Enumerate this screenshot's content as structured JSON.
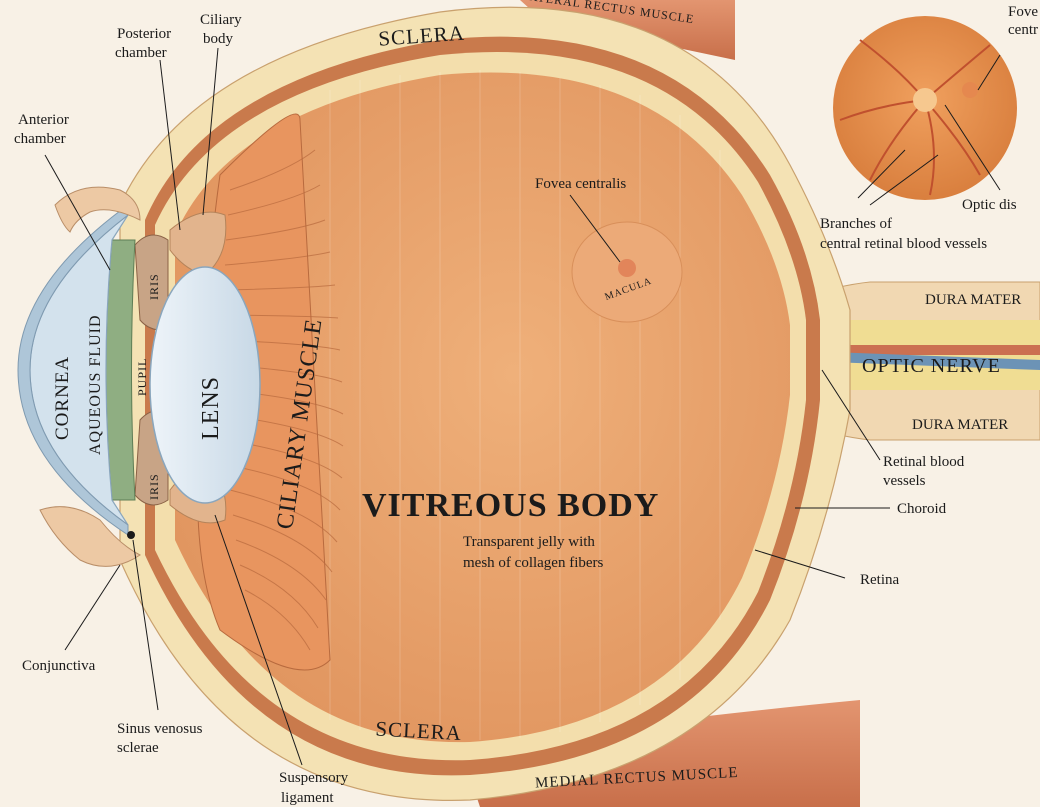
{
  "labels": {
    "sclera_top": "SCLERA",
    "sclera_bottom": "SCLERA",
    "lateral_rectus": "LATERAL RECTUS MUSCLE",
    "medial_rectus": "MEDIAL RECTUS MUSCLE",
    "fovea_top_1": "Fove",
    "fovea_top_2": "centr",
    "optic_disc": "Optic dis",
    "branches_1": "Branches of",
    "branches_2": "central retinal blood vessels",
    "posterior_1": "Posterior",
    "posterior_2": "chamber",
    "ciliary_body_1": "Ciliary",
    "ciliary_body_2": "body",
    "anterior_1": "Anterior",
    "anterior_2": "chamber",
    "fovea_centralis": "Fovea centralis",
    "macula": "MACULA",
    "dura_top": "DURA MATER",
    "dura_bottom": "DURA MATER",
    "optic_nerve": "OPTIC NERVE",
    "retinal_1": "Retinal blood",
    "retinal_2": "vessels",
    "choroid": "Choroid",
    "retina": "Retina",
    "cornea": "CORNEA",
    "aqueous": "AQUEOUS FLUID",
    "pupil": "PUPIL",
    "iris_top": "IRIS",
    "iris_bottom": "IRIS",
    "lens": "LENS",
    "ciliary_muscle": "CILIARY MUSCLE",
    "vitreous": "VITREOUS BODY",
    "vitreous_desc_1": "Transparent jelly with",
    "vitreous_desc_2": "mesh of collagen fibers",
    "conjunctiva": "Conjunctiva",
    "sinus_1": "Sinus venosus",
    "sinus_2": "sclerae",
    "suspensory_1": "Suspensory",
    "suspensory_2": "ligament"
  },
  "colors": {
    "background": "#f8f1e6",
    "sclera": "#f4e2b4",
    "choroid": "#c97a4c",
    "retina": "#f3deac",
    "vitreous": "#e9a771",
    "muscle": "#d9855d",
    "cornea": "#c9dbe8",
    "lens": "#d9e7f1",
    "nerve": "#f0dd93",
    "vessel_blue": "#6c93b6",
    "vessel_red": "#c45d45"
  }
}
